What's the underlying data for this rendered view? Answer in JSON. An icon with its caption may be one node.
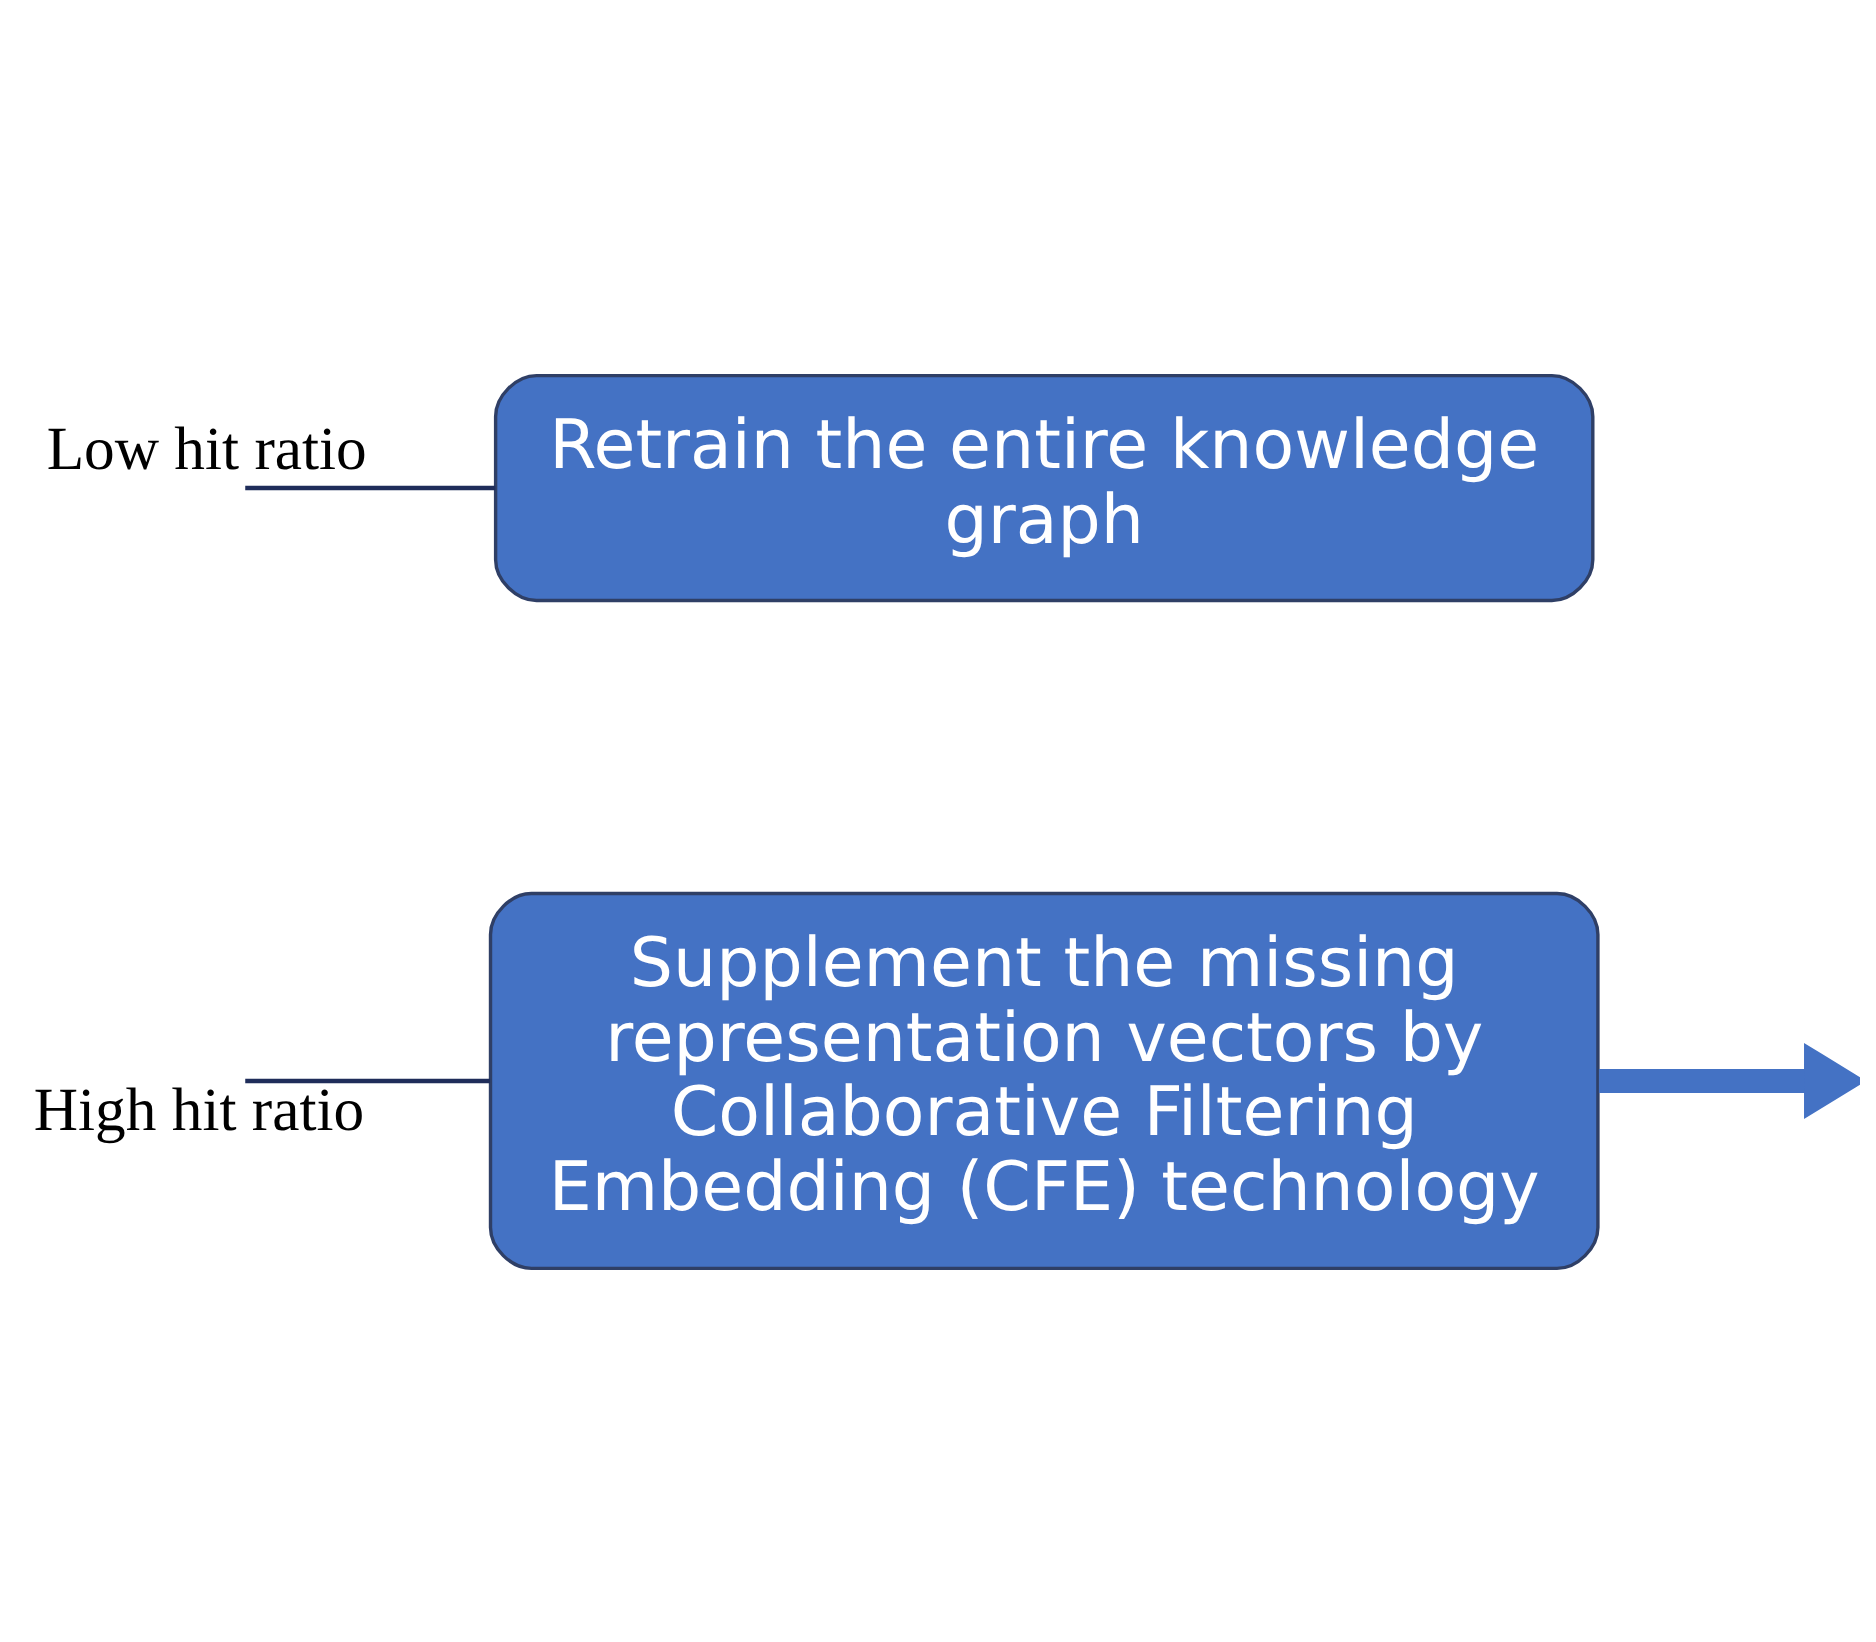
{
  "diagram": {
    "nodes": [
      {
        "text": [
          "Supplement the missing representation vectors by Collaborative Filtering Embedding (CFE) technology"
        ]
      },
      {
        "text": [
          "Retrain the entire knowledge graph"
        ]
      }
    ],
    "edges": [
      {
        "from": null,
        "to": 0,
        "arrow": "none",
        "label": "High hit ratio"
      },
      {
        "from": null,
        "to": 1,
        "arrow": "none",
        "label": "Low hit ratio"
      },
      {
        "from": 0,
        "to": null,
        "arrow": "to",
        "style": "thick",
        "color": "#4472c4"
      }
    ]
  }
}
